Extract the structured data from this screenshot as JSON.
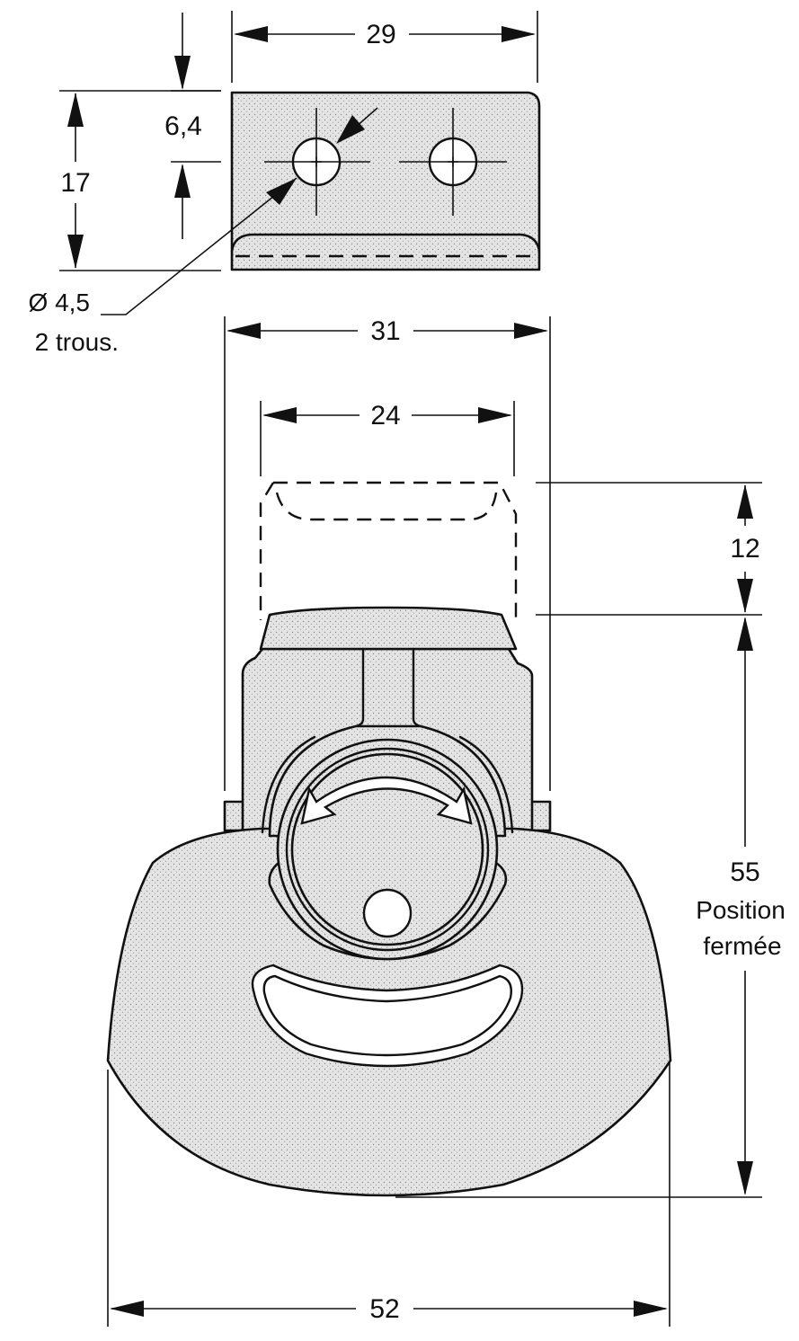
{
  "dimensions": {
    "top_width": "29",
    "hole_offset": "6,4",
    "plate_height": "17",
    "hole_diameter": "Ø 4,5",
    "hole_count": "2 trous.",
    "outer_width": "31",
    "inner_width": "24",
    "open_extra": "12",
    "closed_height": "55",
    "closed_label_line1": "Position",
    "closed_label_line2": "fermée",
    "base_width": "52"
  }
}
